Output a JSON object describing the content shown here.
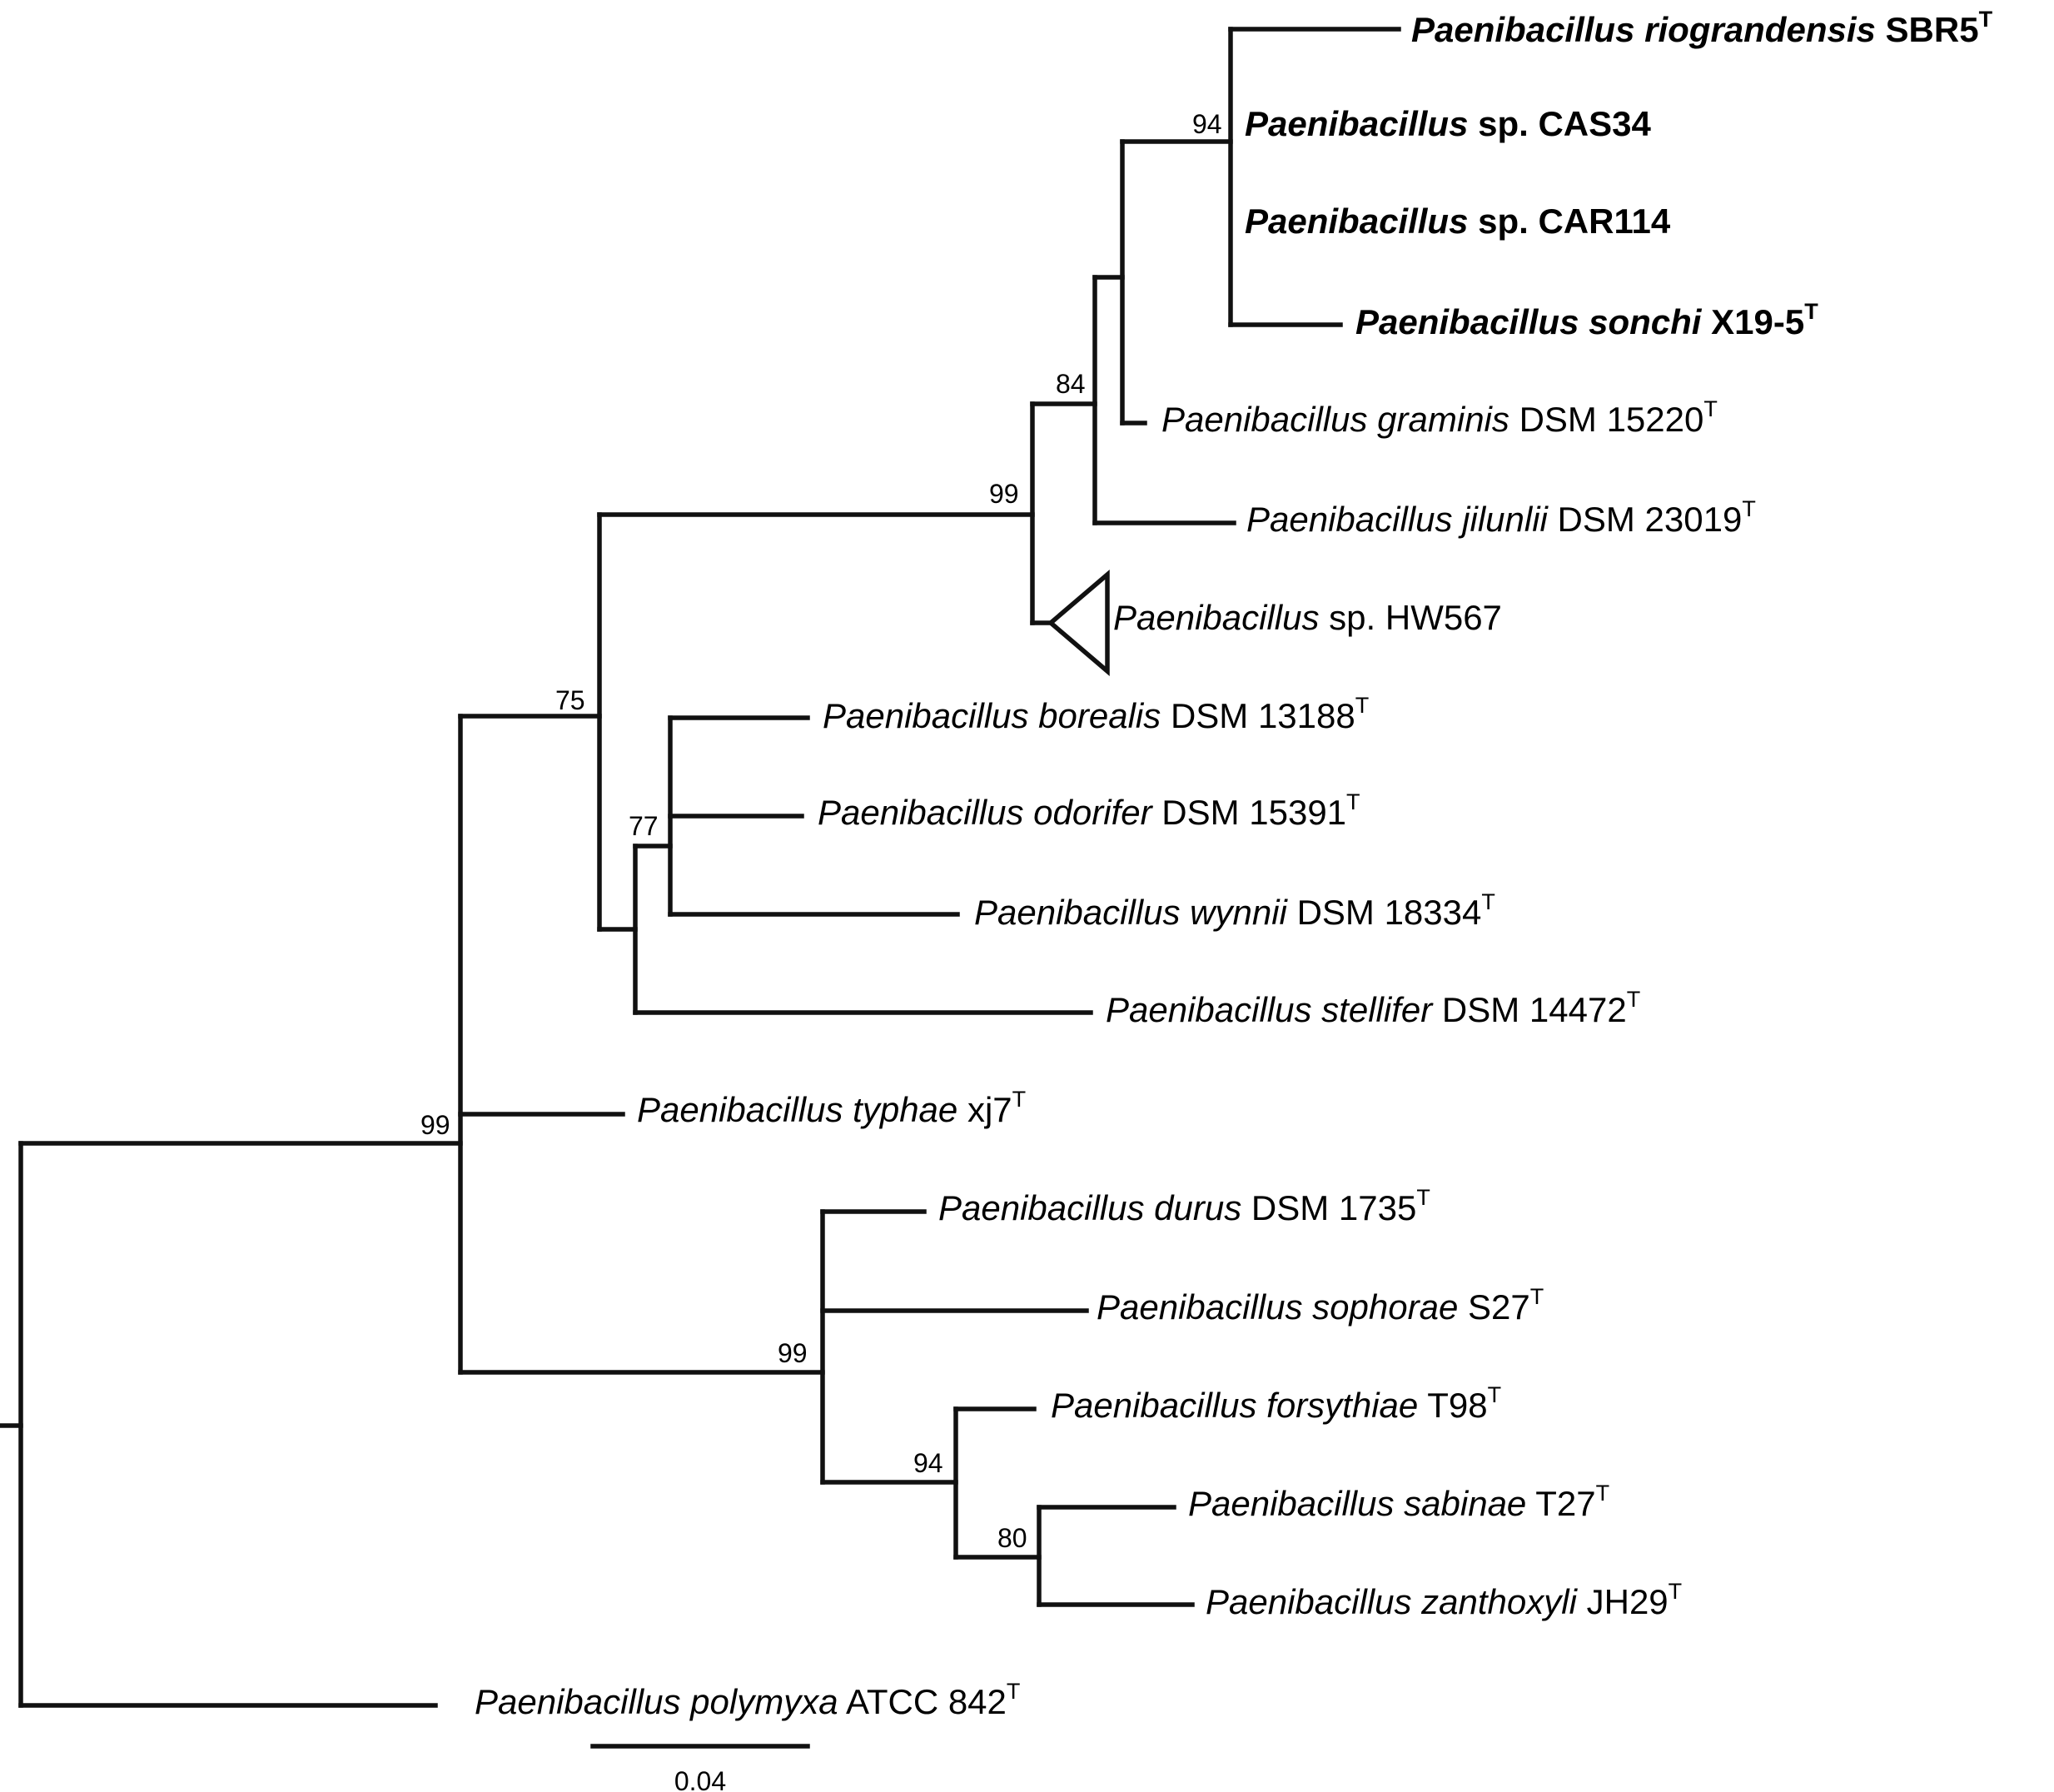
{
  "tree": {
    "leaves": [
      {
        "id": "riogrand",
        "genus": "Paenibacillus",
        "species": "riograndensis",
        "strain": "SBR5",
        "type_strain": true,
        "bold": true
      },
      {
        "id": "cas34",
        "genus": "Paenibacillus",
        "species": "",
        "strain": "sp. CAS34",
        "type_strain": false,
        "bold": true
      },
      {
        "id": "car114",
        "genus": "Paenibacillus",
        "species": "",
        "strain": "sp. CAR114",
        "type_strain": false,
        "bold": true
      },
      {
        "id": "sonchi",
        "genus": "Paenibacillus",
        "species": "sonchi",
        "strain": "X19-5",
        "type_strain": true,
        "bold": true
      },
      {
        "id": "graminis",
        "genus": "Paenibacillus",
        "species": "graminis",
        "strain": "DSM 15220",
        "type_strain": true,
        "bold": false
      },
      {
        "id": "jilunlii",
        "genus": "Paenibacillus",
        "species": "jilunlii",
        "strain": "DSM 23019",
        "type_strain": true,
        "bold": false
      },
      {
        "id": "hw567",
        "genus": "Paenibacillus",
        "species": "",
        "strain": "sp. HW567",
        "type_strain": false,
        "bold": false,
        "collapsed": true
      },
      {
        "id": "borealis",
        "genus": "Paenibacillus",
        "species": "borealis",
        "strain": "DSM 13188",
        "type_strain": true,
        "bold": false
      },
      {
        "id": "odorifer",
        "genus": "Paenibacillus",
        "species": "odorifer",
        "strain": "DSM 15391",
        "type_strain": true,
        "bold": false
      },
      {
        "id": "wynnii",
        "genus": "Paenibacillus",
        "species": "wynnii",
        "strain": "DSM 18334",
        "type_strain": true,
        "bold": false
      },
      {
        "id": "stellifer",
        "genus": "Paenibacillus",
        "species": "stellifer",
        "strain": "DSM 14472",
        "type_strain": true,
        "bold": false
      },
      {
        "id": "typhae",
        "genus": "Paenibacillus",
        "species": "typhae",
        "strain": "xj7",
        "type_strain": true,
        "bold": false
      },
      {
        "id": "durus",
        "genus": "Paenibacillus",
        "species": "durus",
        "strain": "DSM 1735",
        "type_strain": true,
        "bold": false
      },
      {
        "id": "sophorae",
        "genus": "Paenibacillus",
        "species": "sophorae",
        "strain": "S27",
        "type_strain": true,
        "bold": false
      },
      {
        "id": "forsythiae",
        "genus": "Paenibacillus",
        "species": "forsythiae",
        "strain": "T98",
        "type_strain": true,
        "bold": false
      },
      {
        "id": "sabinae",
        "genus": "Paenibacillus",
        "species": "sabinae",
        "strain": "T27",
        "type_strain": true,
        "bold": false
      },
      {
        "id": "zanthoxyli",
        "genus": "Paenibacillus",
        "species": "zanthoxyli",
        "strain": "JH29",
        "type_strain": true,
        "bold": false
      },
      {
        "id": "polymyxa",
        "genus": "Paenibacillus",
        "species": "polymyxa",
        "strain": "ATCC 842",
        "type_strain": true,
        "bold": false
      }
    ],
    "type_strain_marker": "T",
    "bootstrap": [
      {
        "node": "sonchi-clade",
        "value": "94"
      },
      {
        "node": "graminis-clade",
        "value": "84"
      },
      {
        "node": "jilunlii-clade",
        "value": "99"
      },
      {
        "node": "main-upper-clade",
        "value": "75"
      },
      {
        "node": "borealis-clade",
        "value": "77"
      },
      {
        "node": "ingroup",
        "value": "99"
      },
      {
        "node": "durus-clade",
        "value": "99"
      },
      {
        "node": "forsythiae-clade",
        "value": "94"
      },
      {
        "node": "sabinae-clade",
        "value": "80"
      }
    ],
    "scale_bar": {
      "length": 0.04,
      "label": "0.04"
    }
  }
}
